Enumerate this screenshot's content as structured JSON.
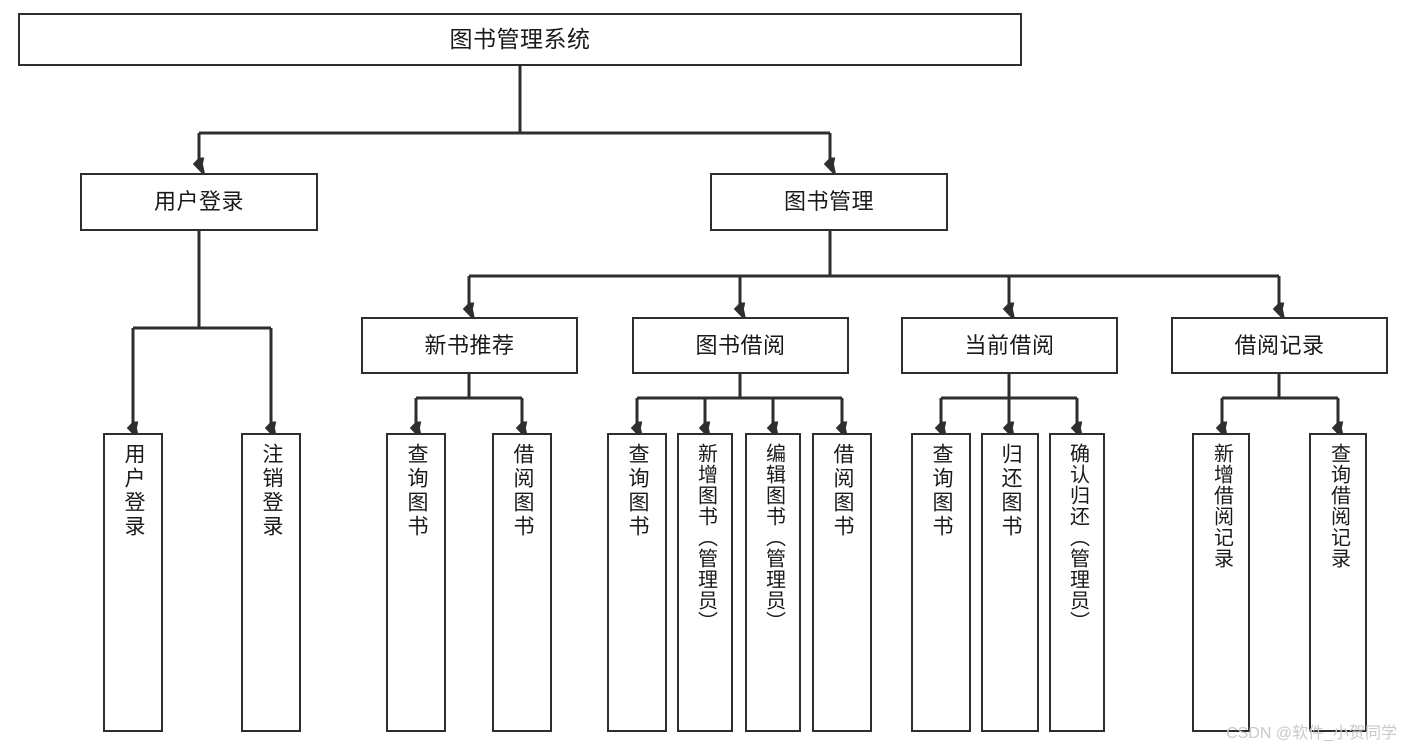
{
  "diagram": {
    "title": "图书管理系统",
    "type": "tree-hierarchy",
    "stroke_color": "#2e2e2e",
    "fill_color": "#ffffff",
    "text_color": "#1a1a1a"
  },
  "nodes": {
    "root": {
      "label": "图书管理系统"
    },
    "level2": [
      {
        "id": "user-login",
        "label": "用户登录"
      },
      {
        "id": "book-management",
        "label": "图书管理"
      }
    ],
    "level3": [
      {
        "id": "new-book-recommend",
        "label": "新书推荐"
      },
      {
        "id": "book-borrow",
        "label": "图书借阅"
      },
      {
        "id": "current-borrow",
        "label": "当前借阅"
      },
      {
        "id": "borrow-record",
        "label": "借阅记录"
      }
    ],
    "leaves": {
      "user_login": [
        {
          "id": "leaf-user-login",
          "label": "用户登录"
        },
        {
          "id": "leaf-logout-login",
          "label": "注销登录"
        }
      ],
      "new_book_recommend": [
        {
          "id": "leaf-query-book-1",
          "label": "查询图书"
        },
        {
          "id": "leaf-borrow-book-1",
          "label": "借阅图书"
        }
      ],
      "book_borrow": [
        {
          "id": "leaf-query-book-2",
          "label": "查询图书"
        },
        {
          "id": "leaf-add-book",
          "label": "新增图书（管理员）"
        },
        {
          "id": "leaf-edit-book",
          "label": "编辑图书（管理员）"
        },
        {
          "id": "leaf-borrow-book-2",
          "label": "借阅图书"
        }
      ],
      "current_borrow": [
        {
          "id": "leaf-query-book-3",
          "label": "查询图书"
        },
        {
          "id": "leaf-return-book",
          "label": "归还图书"
        },
        {
          "id": "leaf-confirm-return",
          "label": "确认归还（管理员）"
        }
      ],
      "borrow_record": [
        {
          "id": "leaf-add-record",
          "label": "新增借阅记录"
        },
        {
          "id": "leaf-query-record",
          "label": "查询借阅记录"
        }
      ]
    }
  },
  "watermark": {
    "text": "CSDN @软件_小贺同学"
  }
}
